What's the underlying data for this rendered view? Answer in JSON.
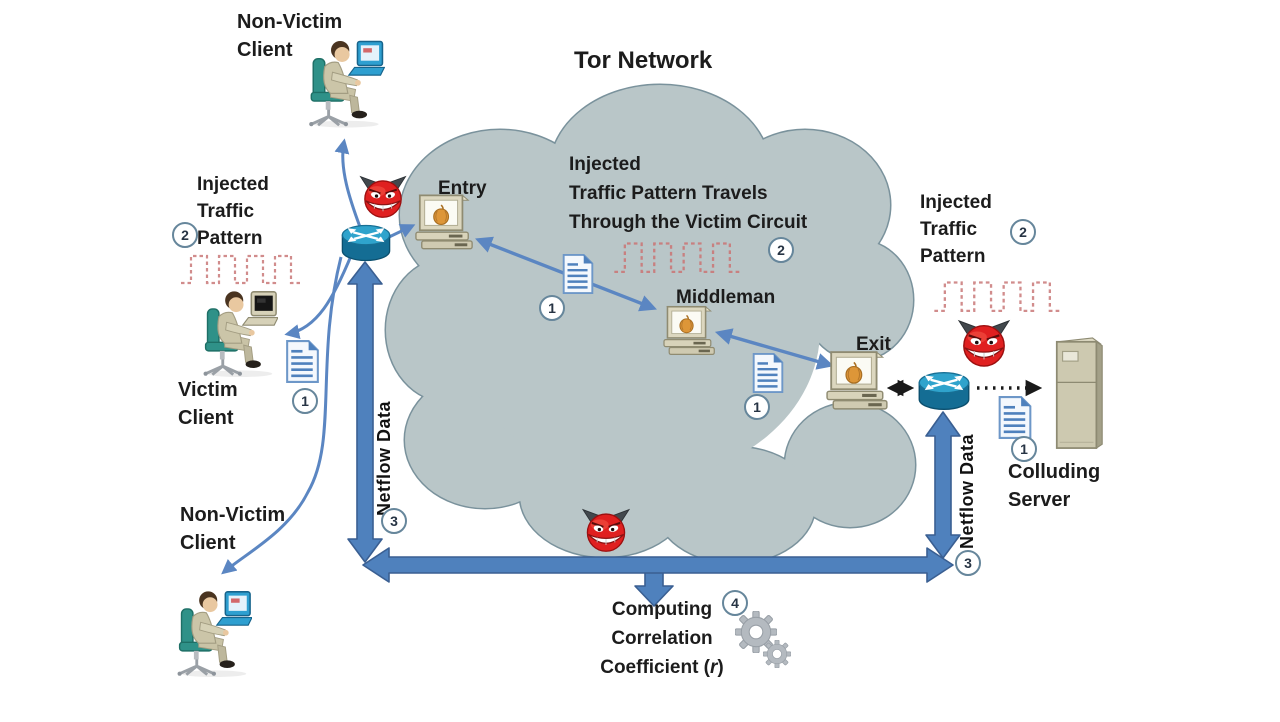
{
  "title": "Tor Network",
  "relays": {
    "entry": "Entry",
    "middleman": "Middleman",
    "exit": "Exit"
  },
  "clients": {
    "non_victim_top": {
      "line1": "Non-Victim",
      "line2": "Client"
    },
    "victim": {
      "line1": "Victim",
      "line2": "Client"
    },
    "non_victim_bottom": {
      "line1": "Non-Victim",
      "line2": "Client"
    }
  },
  "server": {
    "line1": "Colluding",
    "line2": "Server",
    "doc_step": "1"
  },
  "cloud_annotation": {
    "line1": "Injected",
    "line2": "Traffic Pattern Travels",
    "line3": "Through the Victim Circuit",
    "step": "2",
    "doc_step_left": "1",
    "doc_step_right": "1"
  },
  "injected_pattern_left": {
    "line1": "Injected",
    "line2": "Traffic",
    "line3": "Pattern",
    "step": "2",
    "doc_step": "1"
  },
  "injected_pattern_right": {
    "line1": "Injected",
    "line2": "Traffic",
    "line3": "Pattern",
    "step": "2"
  },
  "netflow_left": {
    "label": "Netflow Data",
    "step": "3"
  },
  "netflow_right": {
    "label": "Netflow Data",
    "step": "3"
  },
  "computing": {
    "line1": "Computing",
    "line2": "Correlation",
    "line3_pre": "Coefficient (",
    "line3_r": "r",
    "line3_post": ")",
    "step": "4"
  },
  "colors": {
    "arrow_blue": "#4f81bd",
    "thin_arrow_blue": "#5b86c2",
    "cloud_fill": "#b9c6c8",
    "cloud_stroke": "#7a929c",
    "pattern_red": "#d18c8c",
    "devil_red": "#e02020",
    "router_blue": "#177ca6",
    "dotted_black": "#1a1a1a"
  }
}
